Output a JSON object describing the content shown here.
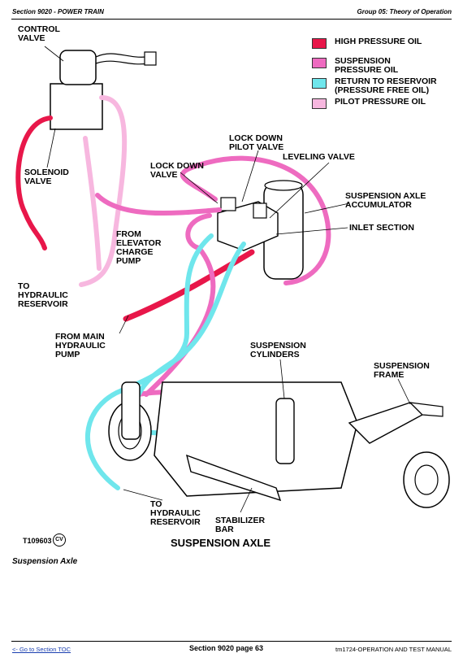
{
  "header": {
    "left": "Section 9020 - POWER TRAIN",
    "right": "Group 05: Theory of Operation"
  },
  "legend": [
    {
      "label": "HIGH PRESSURE OIL",
      "color": "#e8174a"
    },
    {
      "label": "SUSPENSION\nPRESSURE OIL",
      "color": "#ee6bc0"
    },
    {
      "label": "RETURN TO RESERVOIR\n(PRESSURE FREE OIL)",
      "color": "#6fe6ec"
    },
    {
      "label": "PILOT PRESSURE OIL",
      "color": "#f7b7df"
    }
  ],
  "labels": {
    "control_valve": "CONTROL\nVALVE",
    "solenoid_valve": "SOLENOID\nVALVE",
    "to_reservoir_left": "TO\nHYDRAULIC\nRESERVOIR",
    "from_elevator": "FROM\nELEVATOR\nCHARGE\nPUMP",
    "lock_down_valve": "LOCK DOWN\nVALVE",
    "lock_down_pilot": "LOCK DOWN\nPILOT VALVE",
    "leveling_valve": "LEVELING VALVE",
    "accumulator": "SUSPENSION AXLE\nACCUMULATOR",
    "inlet_section": "INLET SECTION",
    "from_main_pump": "FROM MAIN\nHYDRAULIC\nPUMP",
    "suspension_cylinders": "SUSPENSION\nCYLINDERS",
    "suspension_frame": "SUSPENSION\nFRAME",
    "to_reservoir_bottom": "TO\nHYDRAULIC\nRESERVOIR",
    "stabilizer_bar": "STABILIZER\nBAR"
  },
  "figure": {
    "id": "T109603",
    "badge": "CV",
    "title": "SUSPENSION AXLE",
    "caption": "Suspension Axle"
  },
  "footer": {
    "link": "<- Go to Section TOC",
    "page": "Section 9020 page 63",
    "doc": "tm1724-OPERATION AND TEST MANUAL"
  }
}
